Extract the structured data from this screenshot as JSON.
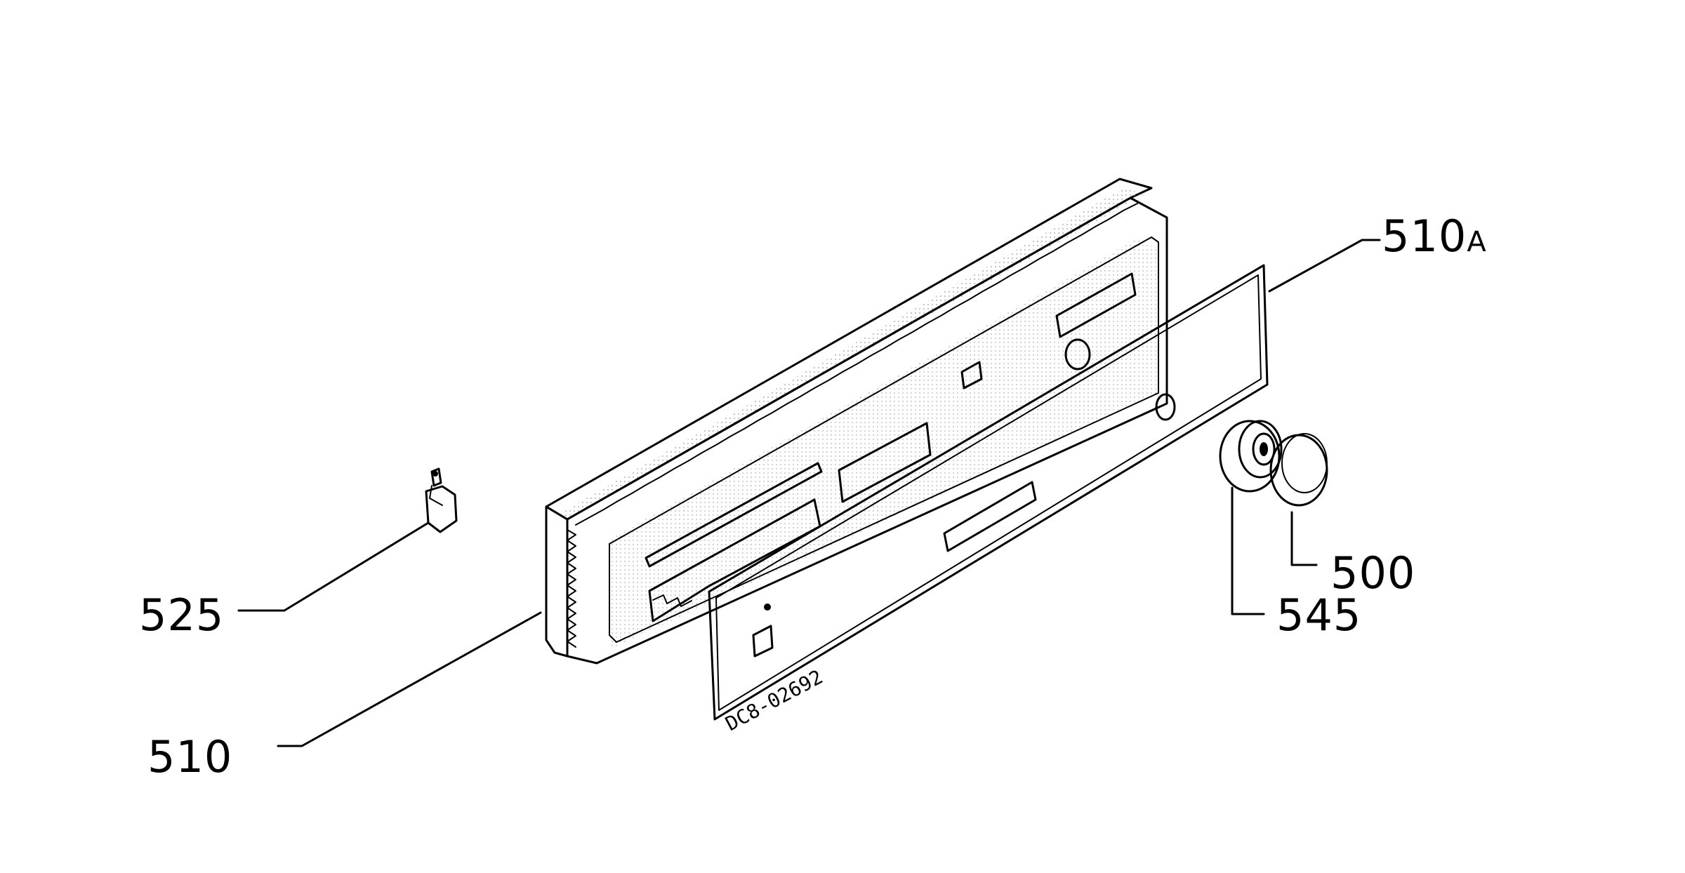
{
  "diagram": {
    "labels": {
      "part_500": "500",
      "part_510": "510",
      "part_510a_num": "510",
      "part_510a_suffix": "A",
      "part_525": "525",
      "part_545": "545"
    },
    "stamp_text": "DC8-02692"
  }
}
